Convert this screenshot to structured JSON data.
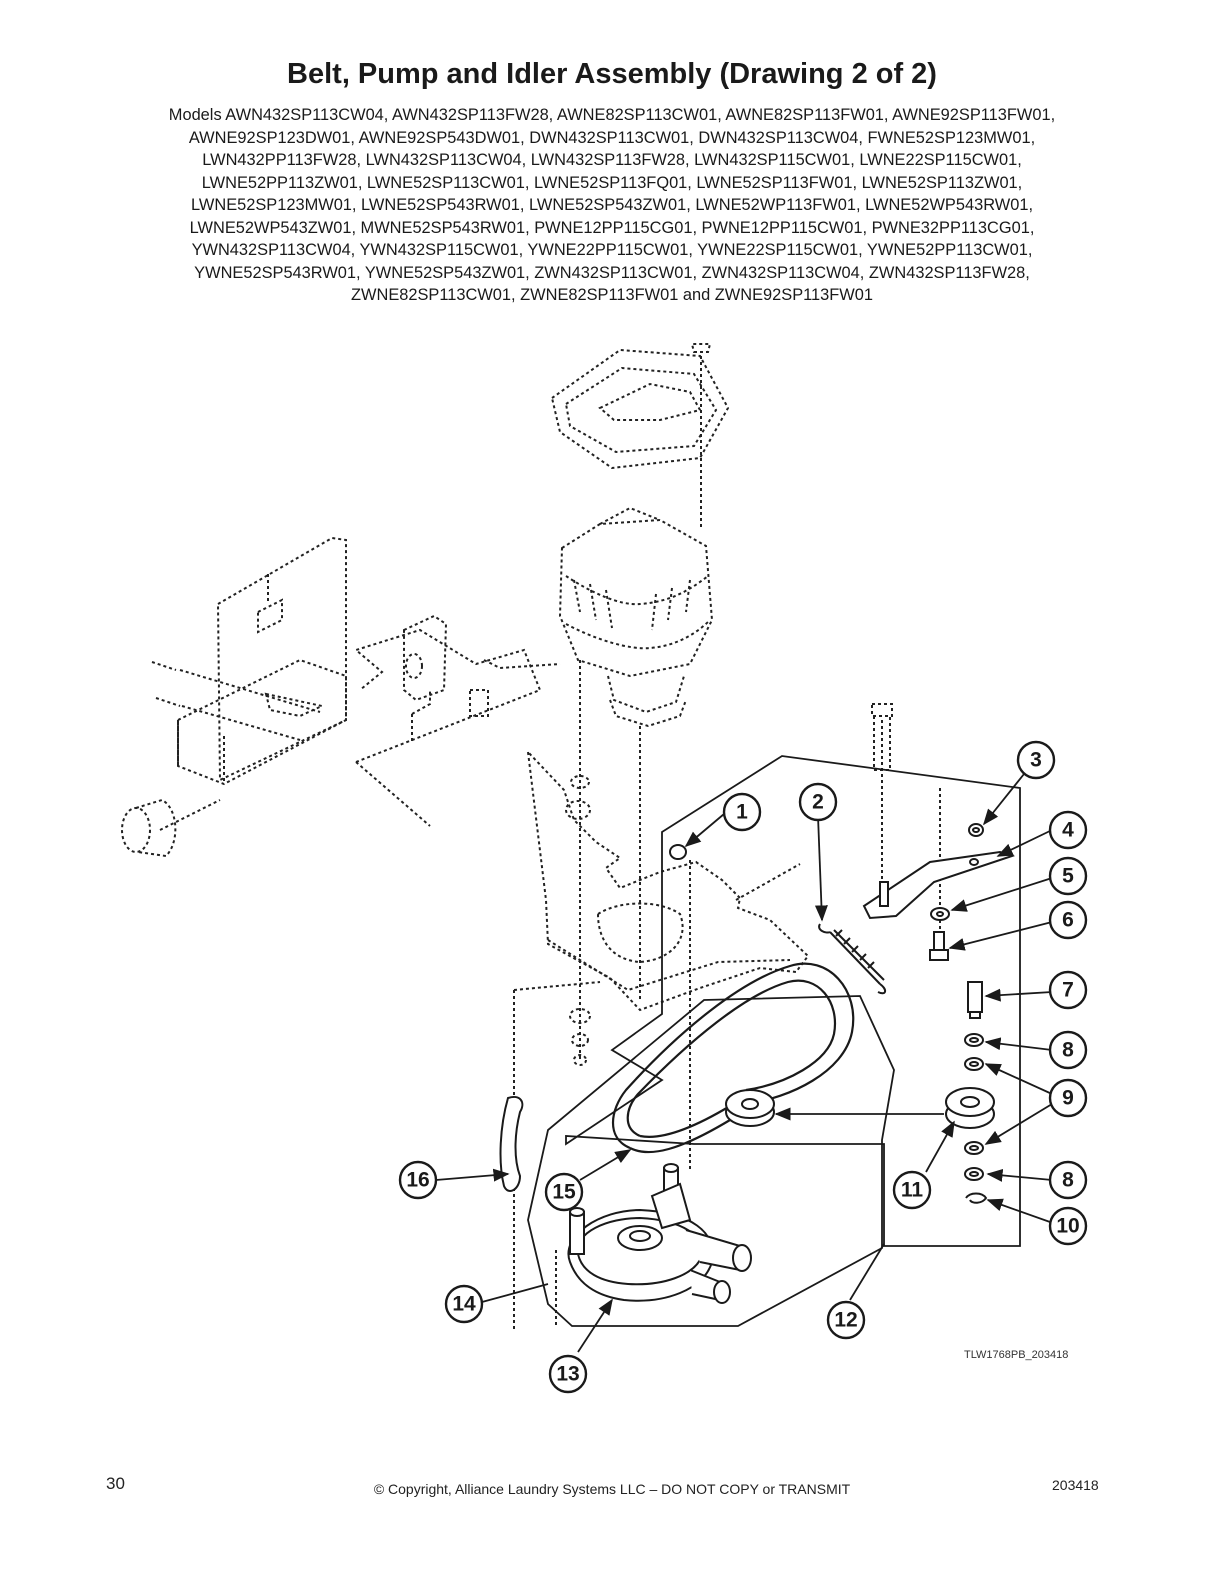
{
  "page": {
    "title": "Belt, Pump and Idler Assembly (Drawing 2 of 2)",
    "models_lines": [
      "Models AWN432SP113CW04, AWN432SP113FW28, AWNE82SP113CW01, AWNE82SP113FW01, AWNE92SP113FW01,",
      "AWNE92SP123DW01, AWNE92SP543DW01, DWN432SP113CW01, DWN432SP113CW04, FWNE52SP123MW01,",
      "LWN432PP113FW28, LWN432SP113CW04, LWN432SP113FW28, LWN432SP115CW01, LWNE22SP115CW01,",
      "LWNE52PP113ZW01, LWNE52SP113CW01, LWNE52SP113FQ01, LWNE52SP113FW01, LWNE52SP113ZW01,",
      "LWNE52SP123MW01, LWNE52SP543RW01, LWNE52SP543ZW01, LWNE52WP113FW01, LWNE52WP543RW01,",
      "LWNE52WP543ZW01, MWNE52SP543RW01, PWNE12PP115CG01, PWNE12PP115CW01, PWNE32PP113CG01,",
      "YWN432SP113CW04, YWN432SP115CW01, YWNE22PP115CW01, YWNE22SP115CW01, YWNE52PP113CW01,",
      "YWNE52SP543RW01, YWNE52SP543ZW01, ZWN432SP113CW01, ZWN432SP113CW04, ZWN432SP113FW28,",
      "ZWNE82SP113CW01, ZWNE82SP113FW01 and ZWNE92SP113FW01"
    ]
  },
  "callouts": {
    "c1": "1",
    "c2": "2",
    "c3": "3",
    "c4": "4",
    "c5": "5",
    "c6": "6",
    "c7": "7",
    "c8a": "8",
    "c9": "9",
    "c8b": "8",
    "c10": "10",
    "c11": "11",
    "c12": "12",
    "c13": "13",
    "c14": "14",
    "c15": "15",
    "c16": "16"
  },
  "drawing_ref": "TLW1768PB_203418",
  "footer": {
    "page_number": "30",
    "copyright": "© Copyright, Alliance Laundry Systems LLC – DO NOT COPY or TRANSMIT",
    "doc_number": "203418"
  }
}
